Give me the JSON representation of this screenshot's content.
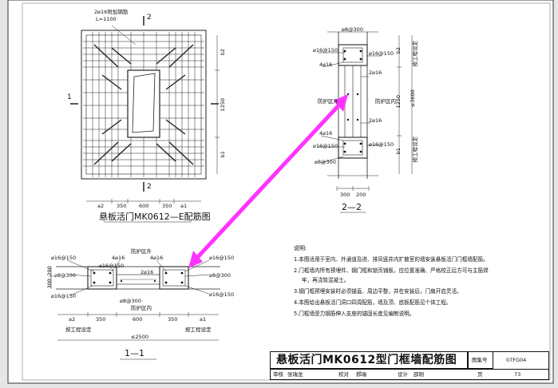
{
  "main_view": {
    "rebar_top_label": "2⌀16附加钢筋",
    "rebar_len_label": "L=1100",
    "section_mark_top": "2",
    "section_mark_bottom": "2",
    "section_mark_side": "1",
    "dims_right": [
      "b2",
      "1250",
      "b1"
    ],
    "dims_bottom": [
      "a2",
      "350",
      "600",
      "350",
      "a1"
    ],
    "caption": "悬板活门MK0612—E配筋图"
  },
  "section_22": {
    "top_dim": "⌀8@300",
    "labels_left": [
      "⌀16@150",
      "4⌀16",
      "⌀16@150",
      "⌀8@300",
      "4⌀16"
    ],
    "labels_mid": [
      "2⌀16",
      "2⌀16"
    ],
    "labels_right": [
      "⌀16@150",
      "⌀16@150"
    ],
    "side_text_left": "防护区外",
    "side_text_right": "防护区内",
    "vertical_dims": [
      "b2",
      "1250",
      "b1",
      "≤3600"
    ],
    "vertical_notes": [
      "按工程设定",
      "按工程设定"
    ],
    "bottom_dims": [
      "300",
      "200"
    ],
    "caption": "2—2"
  },
  "section_11": {
    "labels_top": [
      "⌀16@150",
      "4⌀16",
      "4⌀16",
      "⌀16@150",
      "⌀16@150",
      "2⌀16"
    ],
    "labels_left": [
      "⌀8@300",
      "⌀16@150"
    ],
    "labels_right": [
      "⌀8@300",
      "⌀16@150"
    ],
    "side_text_top": "防护区外",
    "side_text_bottom": "防护区内",
    "bottom_labels": [
      "⌀8@300"
    ],
    "left_dims": [
      "200",
      "300"
    ],
    "bottom_dims": [
      "a2",
      "350",
      "600",
      "350",
      "a1"
    ],
    "notes_under": [
      "按工程设定",
      "按工程设定"
    ],
    "total_dim": "≤2500",
    "caption": "1—1"
  },
  "notes": {
    "heading": "说明:",
    "items": [
      "1.本图适用于室内、外通道及进、排风竖井内扩散室的墙安装悬板活门门框墙配筋。",
      "2.门框墙内所有预埋件、钢门框和锁页铺板，应位置准确、严格校正后方可与主筋焊",
      "牢，再浇筑混凝土。",
      "3.钢门框预埋安装时必须锚直、周边平整，并在安装后，门扇开启灵活。",
      "4.本图给出悬板活门洞口四周配筋，墙及顶、底板配筋见个体工程。",
      "5.门框墙受力钢筋伸入支座的锚固长度见编制说明。"
    ]
  },
  "title_block": {
    "title": "悬板活门MK0612型门框墙配筋图",
    "atlas_label": "图集号",
    "atlas_no": "07FG04",
    "review_label": "审核",
    "reviewer": "张瑞龙",
    "check_label": "校对",
    "checker": "郝瑞",
    "design_label": "设计",
    "designer": "邵刚",
    "page_label": "页",
    "page_no": "73"
  },
  "arrow_color": "#ff33ff"
}
